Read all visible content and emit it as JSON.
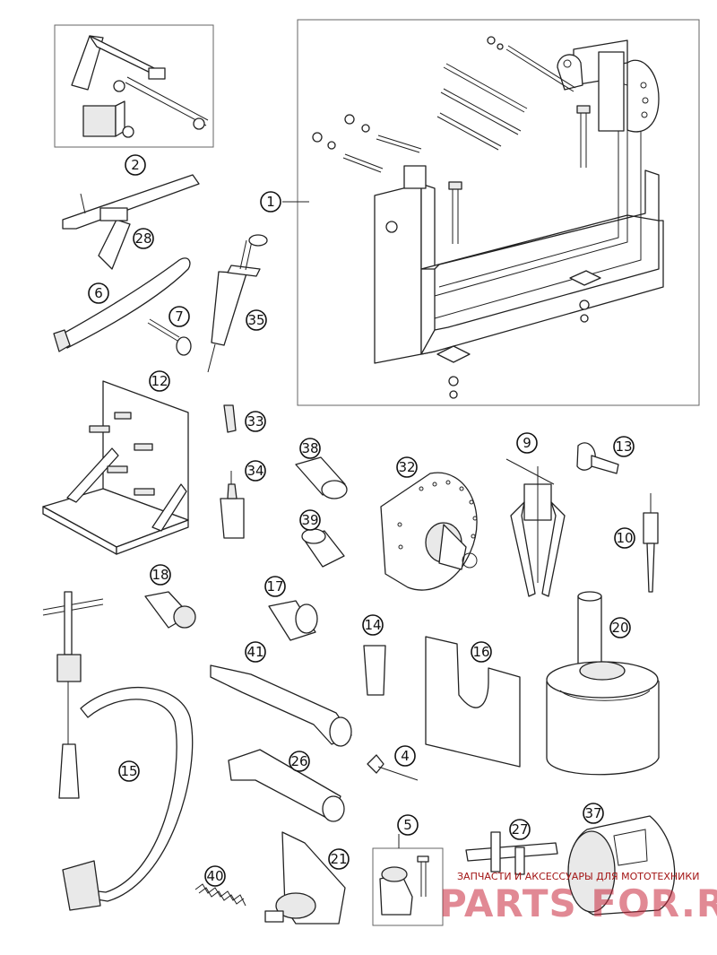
{
  "callouts": [
    "1",
    "2",
    "28",
    "6",
    "7",
    "35",
    "12",
    "33",
    "34",
    "38",
    "39",
    "32",
    "9",
    "13",
    "10",
    "18",
    "17",
    "41",
    "14",
    "16",
    "20",
    "15",
    "26",
    "4",
    "5",
    "27",
    "37",
    "40",
    "21"
  ],
  "watermark": {
    "caption": "ЗАПЧАСТИ И АКСЕССУАРЫ ДЛЯ МОТОТЕХНИКИ",
    "logo": "PARTS FOR.RU"
  }
}
